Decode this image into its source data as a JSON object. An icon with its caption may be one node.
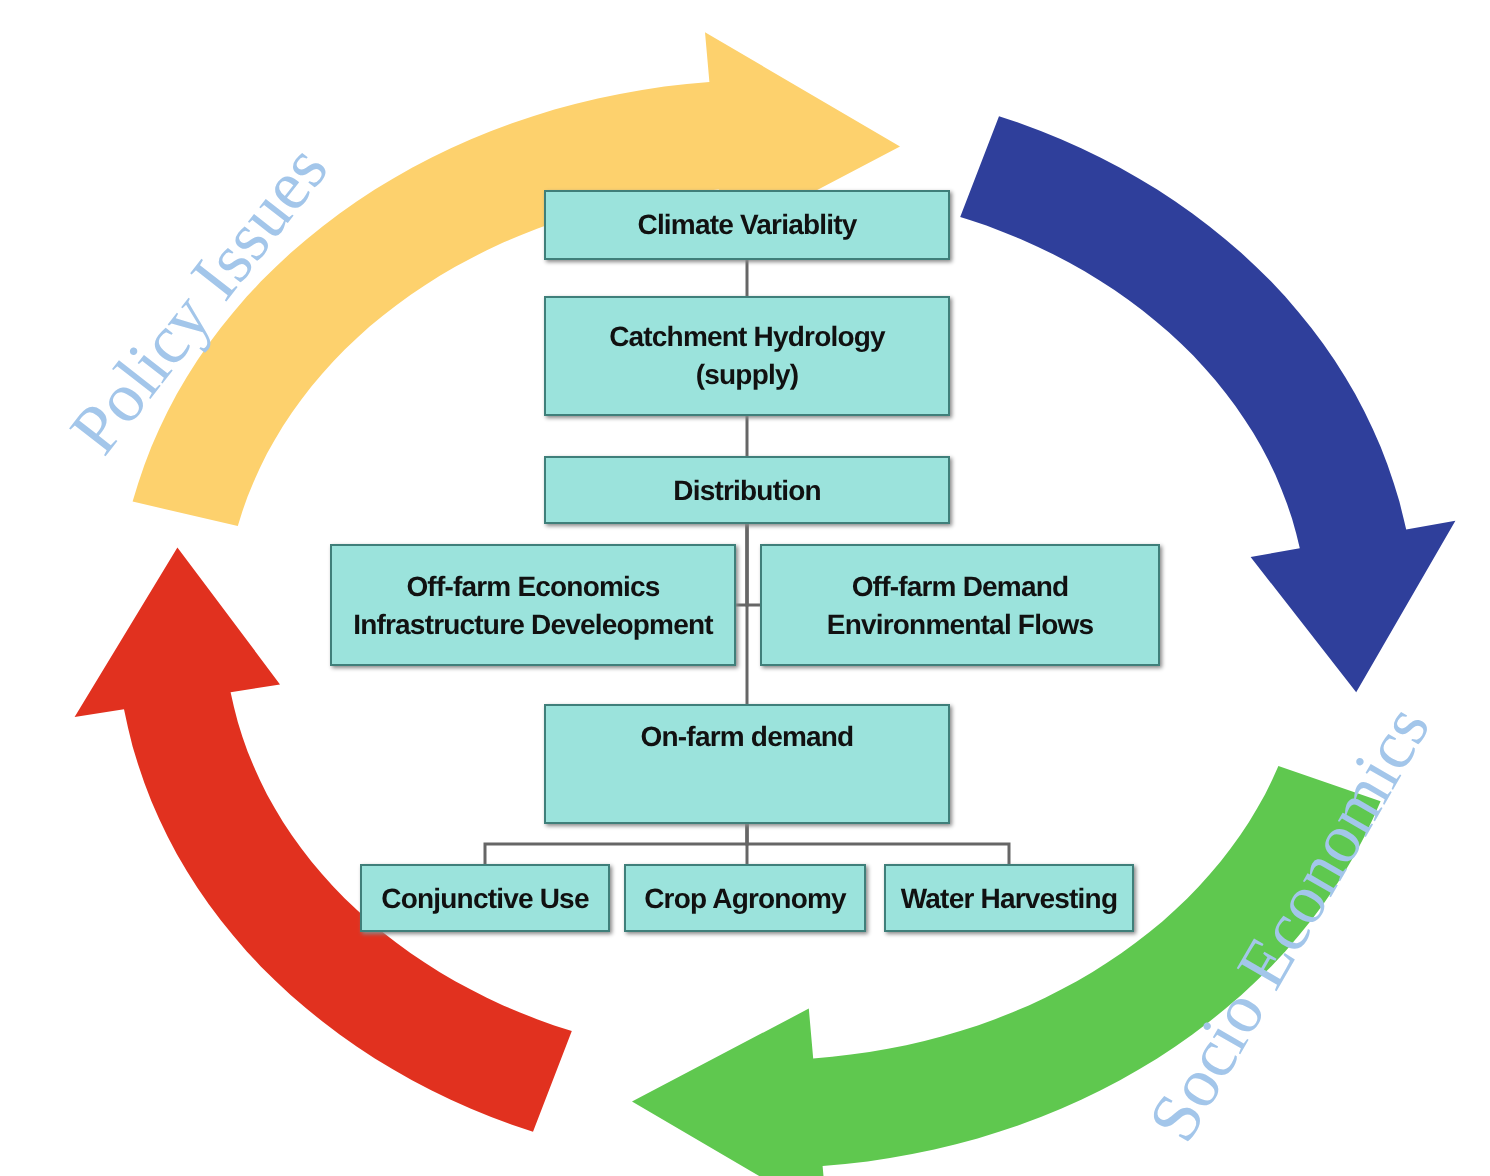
{
  "diagram": {
    "nodes": [
      {
        "text": [
          "Climate Variablity"
        ]
      },
      {
        "text": [
          "Catchment Hydrology (supply)"
        ]
      },
      {
        "text": [
          "Distribution"
        ]
      },
      {
        "text": [
          "Off-farm Economics",
          "Infrastructure Develeopment"
        ]
      },
      {
        "text": [
          "Off-farm Demand",
          "Environmental Flows"
        ]
      },
      {
        "text": [
          "On-farm demand"
        ]
      },
      {
        "text": [
          "Conjunctive Use"
        ]
      },
      {
        "text": [
          "Crop Agronomy"
        ]
      },
      {
        "text": [
          "Water Harvesting"
        ]
      }
    ],
    "edges": [
      {
        "from": 0,
        "to": 1,
        "arrow": "none"
      },
      {
        "from": 1,
        "to": 2,
        "arrow": "none"
      },
      {
        "from": 2,
        "to": 3,
        "arrow": "none"
      },
      {
        "from": 2,
        "to": 4,
        "arrow": "none"
      },
      {
        "from": 2,
        "to": 5,
        "arrow": "none"
      },
      {
        "from": 5,
        "to": 6,
        "arrow": "none"
      },
      {
        "from": 5,
        "to": 7,
        "arrow": "none"
      },
      {
        "from": 5,
        "to": 8,
        "arrow": "none"
      }
    ],
    "labels": [
      "Policy Issues",
      "Socio Economics"
    ]
  }
}
